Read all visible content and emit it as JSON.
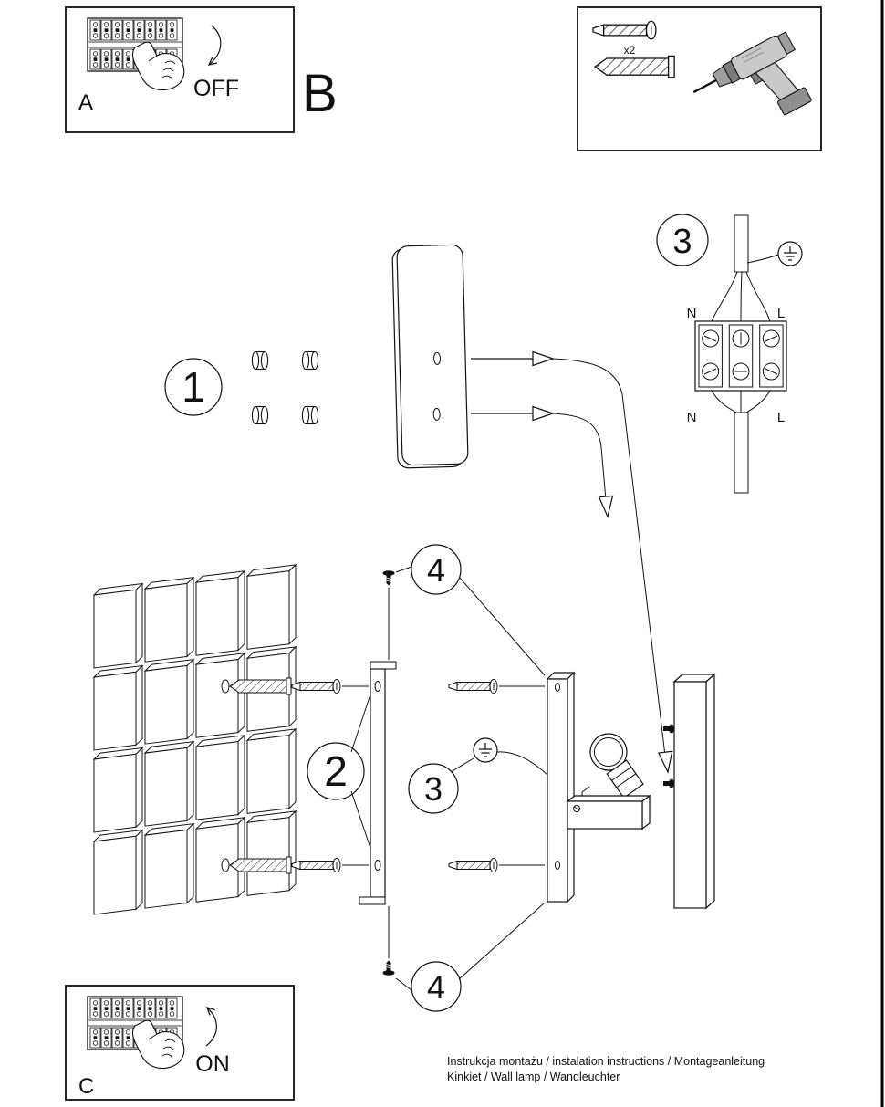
{
  "colors": {
    "ink": "#111111",
    "paper": "#ffffff"
  },
  "panel_a": {
    "letter": "A",
    "state": "OFF"
  },
  "section_b": {
    "letter": "B"
  },
  "parts_box": {
    "quantity": "x2"
  },
  "steps": {
    "one": "1",
    "two": "2",
    "three": "3",
    "four": "4"
  },
  "wiring": {
    "n_top": "N",
    "l_top": "L",
    "n_bottom": "N",
    "l_bottom": "L"
  },
  "panel_c": {
    "letter": "C",
    "state": "ON"
  },
  "footer": {
    "line1": "Instrukcja montażu / instalation instructions / Montageanleitung",
    "line2": "Kinkiet / Wall lamp / Wandleuchter"
  }
}
